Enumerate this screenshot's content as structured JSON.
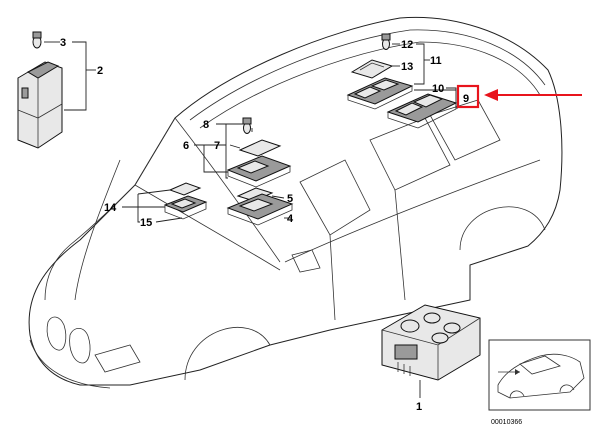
{
  "callouts": {
    "1": "1",
    "2": "2",
    "3": "3",
    "4": "4",
    "5": "5",
    "6": "6",
    "7": "7",
    "8": "8",
    "9": "9",
    "10": "10",
    "11": "11",
    "12": "12",
    "13": "13",
    "14": "14",
    "15": "15"
  },
  "image_code": "00010366",
  "colors": {
    "highlight": "#e8141c",
    "line": "#222222",
    "background": "#ffffff"
  }
}
